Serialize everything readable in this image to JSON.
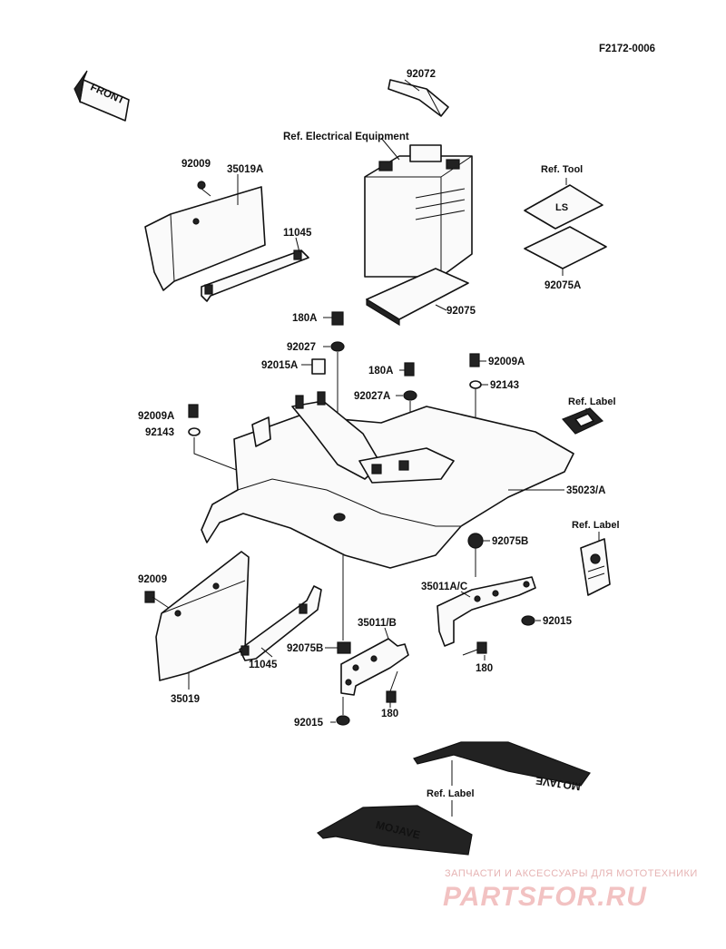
{
  "diagram": {
    "code": "F2172-0006",
    "front_label": "FRONT",
    "refs": {
      "electrical": "Ref. Electrical Equipment",
      "tool": "Ref. Tool",
      "label1": "Ref. Label",
      "label2": "Ref. Label",
      "label3": "Ref. Label"
    },
    "parts": {
      "p92072": "92072",
      "p92009_top": "92009",
      "p35019A": "35019A",
      "p11045_top": "11045",
      "p92075A": "92075A",
      "p92075": "92075",
      "p180A_1": "180A",
      "p92027_1": "92027",
      "p92015A": "92015A",
      "p180A_2": "180A",
      "p92009A_right": "92009A",
      "p92143_right": "92143",
      "p92027A": "92027A",
      "p92009A_left": "92009A",
      "p92143_left": "92143",
      "p35023A": "35023/A",
      "p92075B_right": "92075B",
      "p92009_bottom": "92009",
      "p35011AC": "35011A/C",
      "p92015_right": "92015",
      "p35011B": "35011/B",
      "p92075B_left": "92075B",
      "p11045_bottom": "11045",
      "p180_right": "180",
      "p35019": "35019",
      "p92015_bottom": "92015",
      "p180_bottom": "180"
    },
    "decal_text": "MOJAVE"
  },
  "watermark": {
    "line1": "ЗАПЧАСТИ И АКСЕССУАРЫ ДЛЯ МОТОТЕХНИКИ",
    "line2": "PARTSFOR.RU"
  }
}
